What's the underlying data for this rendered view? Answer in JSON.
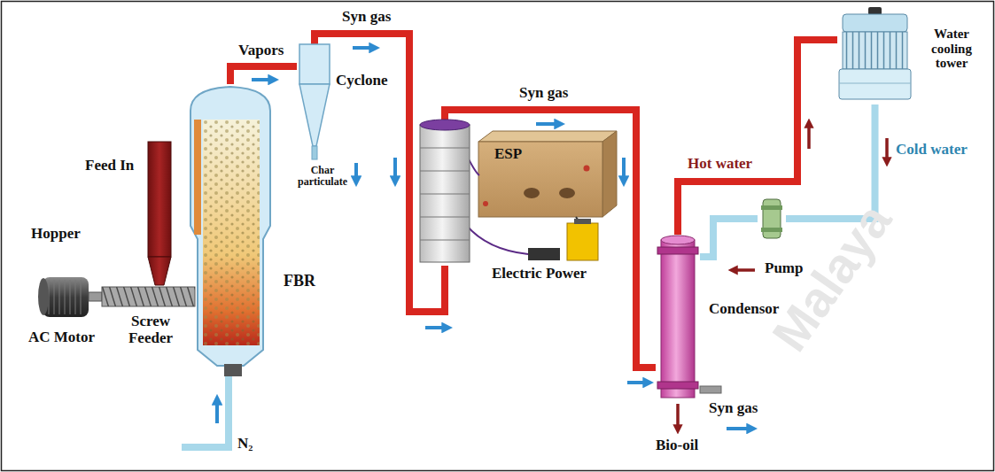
{
  "diagram": {
    "nodes": [
      {
        "text": [
          "Hopper"
        ]
      },
      {
        "text": [
          "AC Motor"
        ]
      },
      {
        "text": [
          "Screw Feeder"
        ]
      },
      {
        "text": [
          "FBR"
        ]
      },
      {
        "text": [
          "Cyclone"
        ]
      },
      {
        "text": [
          "ESP"
        ]
      },
      {
        "text": [
          "Condensor"
        ]
      },
      {
        "text": [
          "Pump"
        ]
      },
      {
        "text": [
          "Water cooling tower"
        ]
      }
    ],
    "edges": [
      {
        "from": 3,
        "to": 4,
        "arrow": "none",
        "label": "Vapors"
      },
      {
        "from": 4,
        "to": 5,
        "arrow": "none",
        "label": "Syn gas"
      },
      {
        "from": 5,
        "to": 6,
        "arrow": "none",
        "label": "Syn gas"
      },
      {
        "from": 6,
        "to": 8,
        "arrow": "none",
        "label": "Hot water"
      },
      {
        "from": 8,
        "to": 7,
        "arrow": "none",
        "label": "Cold water"
      },
      {
        "from": 7,
        "to": 6,
        "arrow": "none"
      }
    ],
    "labels": [
      "Feed In",
      "Char particulate",
      "Electric Power",
      "N₂",
      "Syn gas",
      "Bio-oil",
      "Malaya"
    ]
  }
}
